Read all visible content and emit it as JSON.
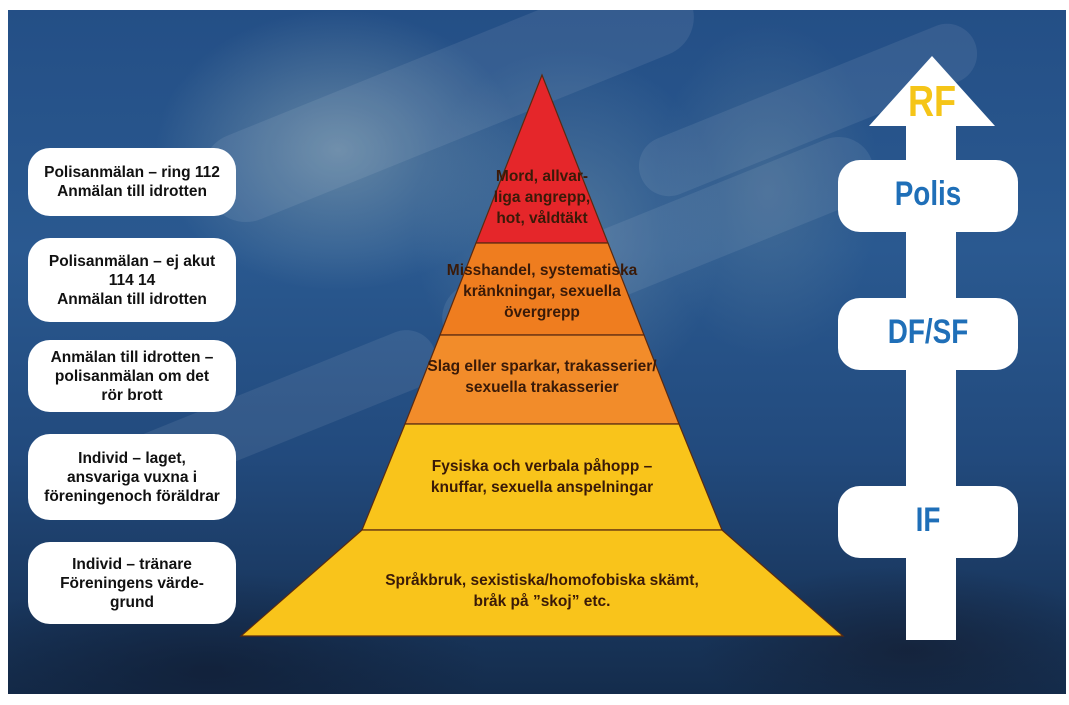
{
  "side_boxes": [
    {
      "text": "Polisanmälan – ring 112\nAnmälan till idrotten"
    },
    {
      "text": "Polisanmälan – ej akut\n114 14\nAnmälan till idrotten"
    },
    {
      "text": "Anmälan till idrotten –\npolisanmälan om det\nrör brott"
    },
    {
      "text": "Individ – laget,\nansvariga vuxna i\nföreningenoch föräldrar"
    },
    {
      "text": "Individ – tränare\nFöreningens värde-\ngrund"
    }
  ],
  "pyramid": {
    "tiers": [
      {
        "text": "Mord, allvar-\nliga angrepp,\nhot, våldtäkt",
        "color": "#e5262a"
      },
      {
        "text": "Misshandel, systematiska\nkränkningar, sexuella\növergrepp",
        "color": "#ef7d1f"
      },
      {
        "text": "Slag eller sparkar, trakasserier/\nsexuella trakasserier",
        "color": "#f28c2a"
      },
      {
        "text": "Fysiska och verbala påhopp –\nknuffar, sexuella anspelningar",
        "color": "#f9c41b"
      },
      {
        "text": "Språkbruk, sexistiska/homofobiska skämt,\nbråk på ”skoj” etc.",
        "color": "#f9c41b"
      }
    ]
  },
  "arrow": {
    "labels": [
      {
        "text": "RF",
        "color": "#f5c518"
      },
      {
        "text": "Polis",
        "color": "#1f6fb8"
      },
      {
        "text": "DF/SF",
        "color": "#1f6fb8"
      },
      {
        "text": "IF",
        "color": "#1f6fb8"
      }
    ],
    "fill_color": "#ffffff",
    "band_color": "#ffffff"
  }
}
